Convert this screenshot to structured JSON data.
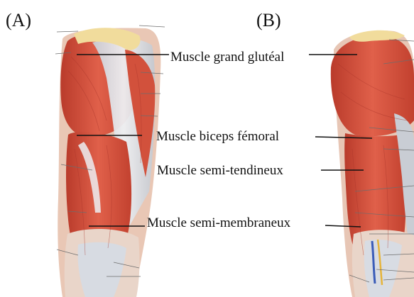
{
  "panels": {
    "a": "(A)",
    "b": "(B)"
  },
  "labels": {
    "gluteus_maximus": "Muscle grand glutéal",
    "biceps_femoris": "Muscle biceps fémoral",
    "semitendinosus": "Muscle semi-tendineux",
    "semimembranosus": "Muscle semi-membraneux"
  },
  "colors": {
    "muscle": "#d9553f",
    "muscle_dark": "#b73a2a",
    "tendon": "#dfe3e8",
    "fat": "#f1dc9c",
    "leader_line": "#111111"
  }
}
